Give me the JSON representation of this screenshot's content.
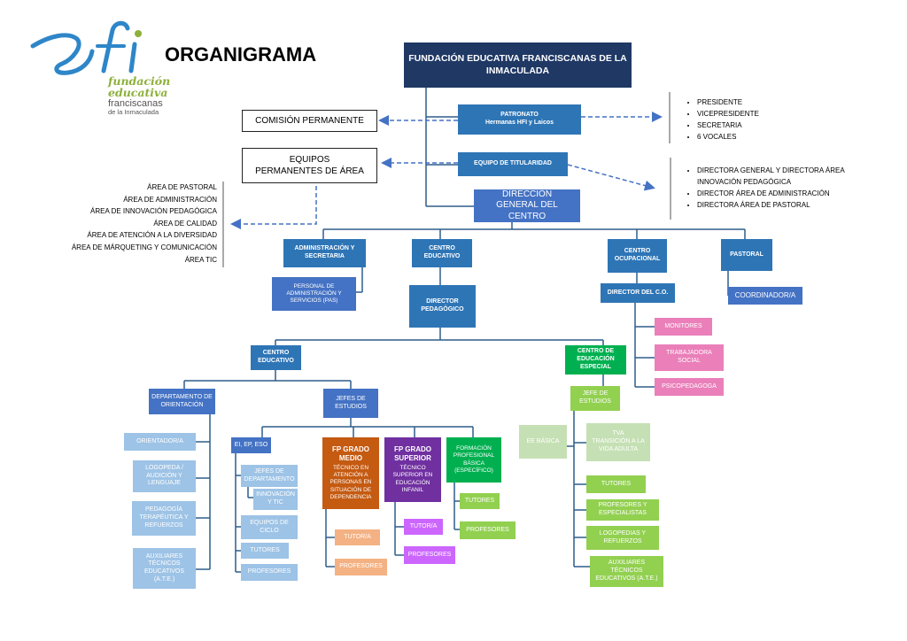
{
  "logo": {
    "mark": "efi",
    "line1": "fundación",
    "line2": "educativa",
    "line3": "franciscanas",
    "line4": "de la Inmaculada"
  },
  "title": "ORGANIGRAMA",
  "nodes": {
    "fundacion": "FUNDACIÓN EDUCATIVA FRANCISCANAS DE LA INMACULADA",
    "patronato": "PATRONATO",
    "patronato_sub": "Hermanas HFI y Laicos",
    "comision": "COMISIÓN PERMANENTE",
    "equipos_area": "EQUIPOS PERMANENTES DE ÁREA",
    "titularidad": "EQUIPO DE TITULARIDAD",
    "direccion_l1": "DIRECCIÓN",
    "direccion_l2": "GENERAL DEL CENTRO",
    "admin": "ADMINISTRACIÓN Y SECRETARIA",
    "pas": "PERSONAL DE ADMINISTRACIÓN Y SERVICIOS (PAS)",
    "centro_educativo": "CENTRO EDUCATIVO",
    "centro_ocupacional": "CENTRO OCUPACIONAL",
    "pastoral": "PASTORAL",
    "coordinador": "COORDINADOR/A",
    "director_co": "DIRECTOR DEL C.O.",
    "monitores": "MONITORES",
    "trabajadora": "TRABAJADORA SOCIAL",
    "psicopedagoga": "PSICOPEDAGOGA",
    "director_ped": "DIRECTOR PEDAGÓGICO",
    "centro_educativo_2": "CENTRO EDUCATIVO",
    "centro_especial": "CENTRO DE EDUCACIÓN ESPECIAL",
    "dep_orientacion": "DEPARTAMENTO DE ORIENTACIÓN",
    "jefes_estudios": "JEFES DE ESTUDIOS",
    "orientador": "ORIENTADOR/A",
    "logopeda": "LOGOPEDA / AUDICIÓN Y LENGUAJE",
    "pedagogia": "PEDAGOGÍA TERAPÉUTICA Y REFUERZOS",
    "auxiliares_1": "AUXILIARES TÉCNICOS EDUCATIVOS (A.T.E.)",
    "ei_ep_eso": "EI, EP, ESO",
    "jefes_dep": "JEFES DE DEPARTAMENTO",
    "innovacion_tic": "INNOVACIÓN Y TIC",
    "equipos_ciclo": "EQUIPOS DE CICLO",
    "tutores_1": "TUTORES",
    "profesores_1": "PROFESORES",
    "fp_medio_title": "FP GRADO MEDIO",
    "fp_medio_desc": "TÉCNICO EN ATENCIÓN A PERSONAS EN SITUACIÓN DE DEPENDENCIA",
    "tutora_1": "TUTOR/A",
    "profesores_2": "PROFESORES",
    "fp_superior_title": "FP GRADO SUPERIOR",
    "fp_superior_desc": "TÉCNICO SUPERIOR EN EDUCACIÓN INFANIL",
    "tutora_2": "TUTOR/A",
    "profesores_3": "PROFESORES",
    "fp_basica": "FORMACIÓN PROFESIONAL BÁSICA (ESPECÍFICO)",
    "tutores_2": "TUTORES",
    "profesores_4": "PROFESORES",
    "jefe_estudios": "JEFE DE ESTUDIOS",
    "ee_basica": "EE BÁSICA",
    "tva": "TVA",
    "tva_desc": "TRANSICIÓN A LA VIDA ADULTA",
    "tutores_3": "TUTORES",
    "prof_especialistas": "PROFESORES Y ESPECIALISTAS",
    "logopedias": "LOGOPEDIAS Y REFUERZOS",
    "auxiliares_2": "AUXILIARES TÉCNICOS EDUCATIVOS (A.T.E.)"
  },
  "patronato_list": [
    "PRESIDENTE",
    "VICEPRESIDENTE",
    "SECRETARIA",
    "6 VOCALES"
  ],
  "titularidad_list": [
    "DIRECTORA GENERAL Y DIRECTORA ÁREA INNOVACIÓN PEDAGÓGICA",
    "DIRECTOR ÁREA DE ADMINISTRACIÓN",
    "DIRECTORA ÁREA DE PASTORAL"
  ],
  "areas_list": [
    "ÁREA DE PASTORAL",
    "ÁREA DE ADMINISTRACIÓN",
    "ÁREA DE INNOVACIÓN PEDAGÓGICA",
    "ÁREA DE CALIDAD",
    "ÁREA DE ATENCIÓN A LA DIVERSIDAD",
    "ÁREA DE MÁRQUETING Y COMUNICACIÓN",
    "ÁREA TIC"
  ],
  "colors": {
    "navy": "#1f3864",
    "blue": "#2e75b6",
    "light_blue": "#9dc3e6",
    "orange": "#c55a11",
    "light_orange": "#f4b183",
    "purple": "#7030a0",
    "light_purple": "#cc66ff",
    "green": "#00b050",
    "light_green": "#92d050",
    "pink": "#ea7fba",
    "logo_blue": "#2e86c9",
    "logo_green": "#8db03a"
  }
}
